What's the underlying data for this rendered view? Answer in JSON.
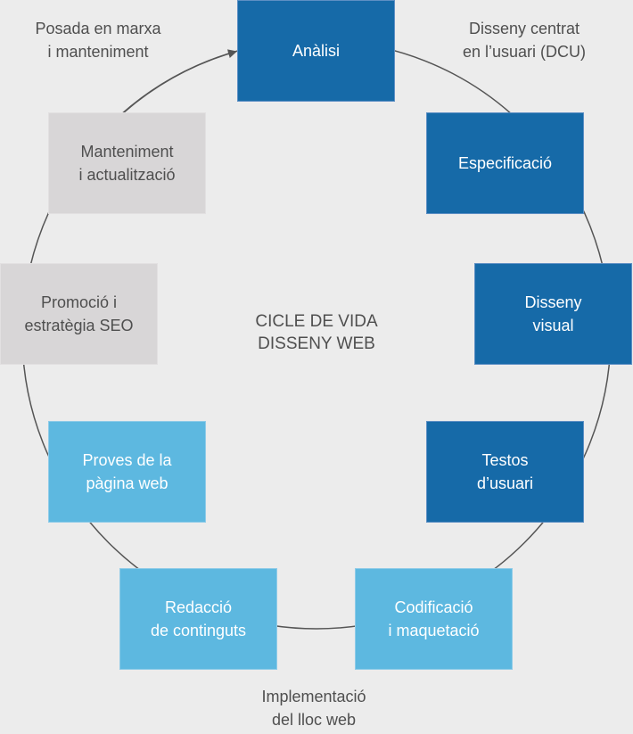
{
  "diagram": {
    "title": "CICLE DE VIDA\nDISSENY WEB",
    "phases": [
      {
        "id": "dcu",
        "label": "Disseny centrat\nen l’usuari (DCU)"
      },
      {
        "id": "implementacio",
        "label": "Implementació\ndel lloc web"
      },
      {
        "id": "posada",
        "label": "Posada en marxa\ni manteniment"
      }
    ],
    "steps": [
      {
        "label": "Anàlisi",
        "phase": "dcu",
        "color": "#166aa8"
      },
      {
        "label": "Especificació",
        "phase": "dcu",
        "color": "#166aa8"
      },
      {
        "label": "Disseny\nvisual",
        "phase": "dcu",
        "color": "#166aa8"
      },
      {
        "label": "Testos\nd’usuari",
        "phase": "dcu",
        "color": "#166aa8"
      },
      {
        "label": "Codificació\ni maquetació",
        "phase": "implementacio",
        "color": "#5db8e0"
      },
      {
        "label": "Redacció\nde continguts",
        "phase": "implementacio",
        "color": "#5db8e0"
      },
      {
        "label": "Proves de la\npàgina web",
        "phase": "implementacio",
        "color": "#5db8e0"
      },
      {
        "label": "Promoció i\nestratègia SEO",
        "phase": "posada",
        "color": "#d8d6d7"
      },
      {
        "label": "Manteniment\ni actualització",
        "phase": "posada",
        "color": "#d8d6d7"
      }
    ],
    "cycle_arrow": {
      "direction": "clockwise",
      "target": "Anàlisi"
    }
  }
}
